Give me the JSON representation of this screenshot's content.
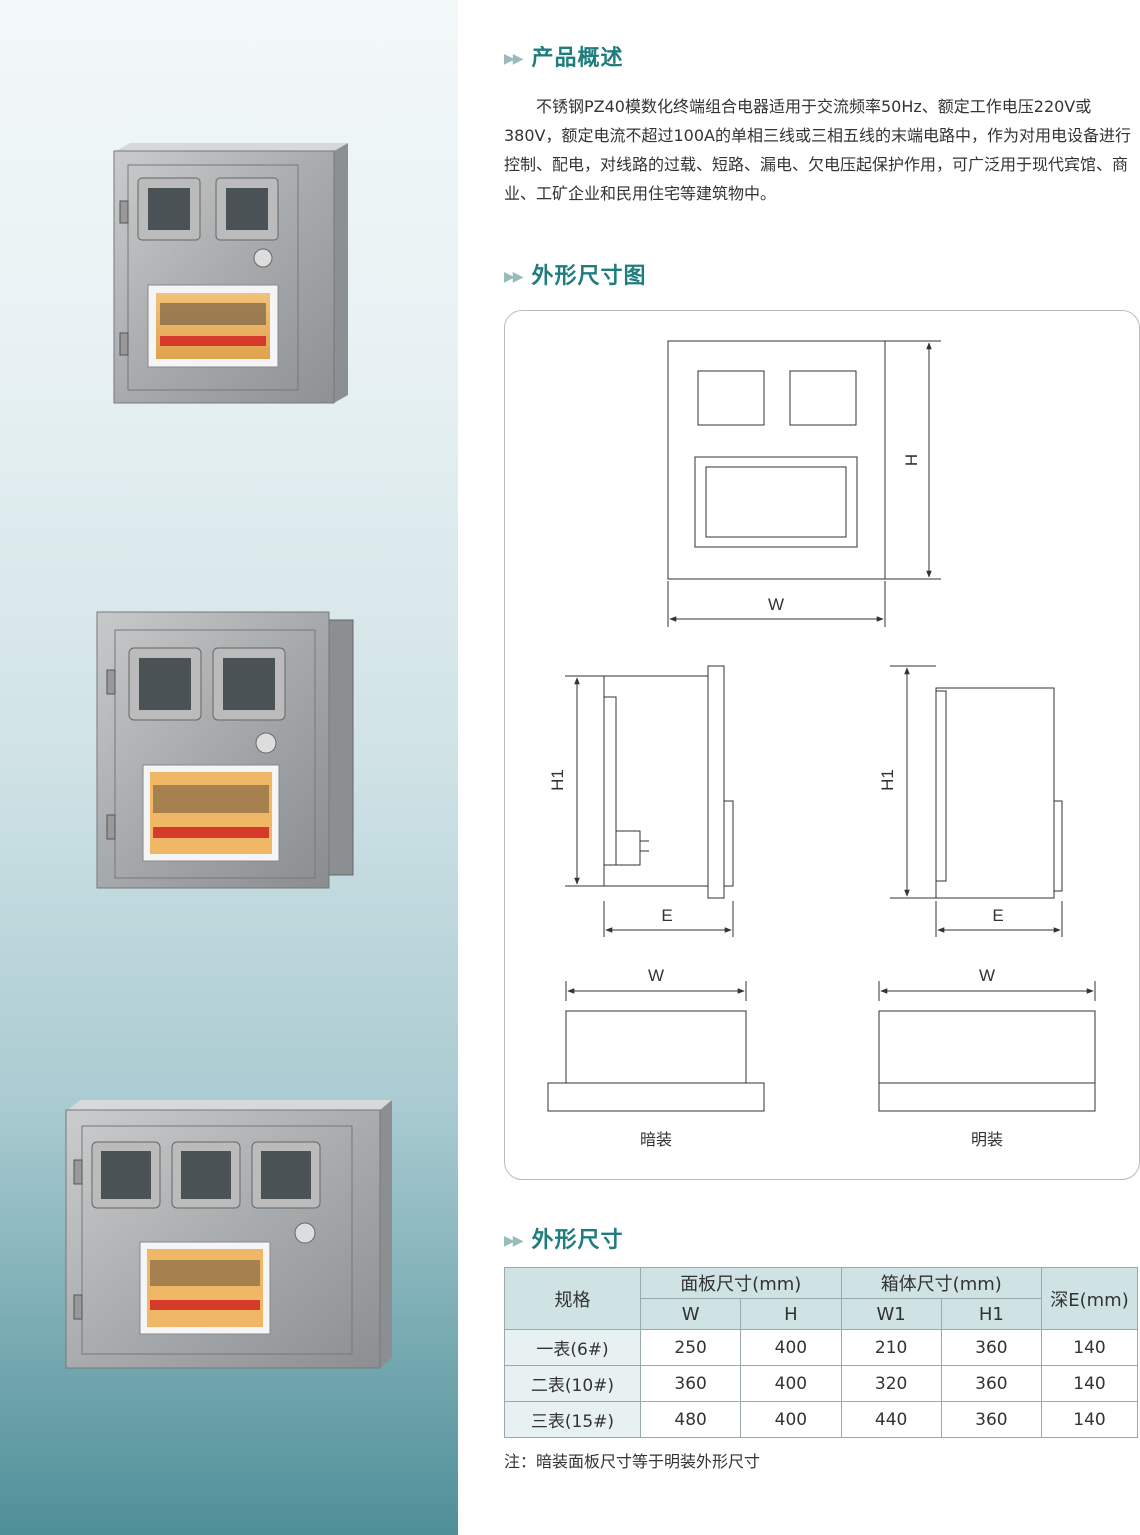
{
  "sections": {
    "overview_title": "产品概述",
    "drawing_title": "外形尺寸图",
    "dims_title": "外形尺寸"
  },
  "overview_text": "不锈钢PZ40模数化终端组合电器适用于交流频率50Hz、额定工作电压220V或380V，额定电流不超过100A的单相三线或三相五线的末端电路中，作为对用电设备进行控制、配电，对线路的过载、短路、漏电、欠电压起保护作用，可广泛用于现代宾馆、商业、工矿企业和民用住宅等建筑物中。",
  "drawing_labels": {
    "H": "H",
    "W": "W",
    "H1": "H1",
    "E": "E",
    "concealed": "暗装",
    "surface": "明装"
  },
  "table": {
    "header": {
      "spec": "规格",
      "panel": "面板尺寸(mm)",
      "box": "箱体尺寸(mm)",
      "depth": "深E(mm)",
      "W": "W",
      "H": "H",
      "W1": "W1",
      "H1": "H1"
    },
    "rows": [
      [
        "一表(6#)",
        "250",
        "400",
        "210",
        "360",
        "140"
      ],
      [
        "二表(10#)",
        "360",
        "400",
        "320",
        "360",
        "140"
      ],
      [
        "三表(15#)",
        "480",
        "400",
        "440",
        "360",
        "140"
      ]
    ]
  },
  "note": "注：暗装面板尺寸等于明装外形尺寸",
  "colors": {
    "title": "#1f7d7e",
    "teal_dark": "#4f8f98",
    "table_head": "#cfe2e4"
  }
}
